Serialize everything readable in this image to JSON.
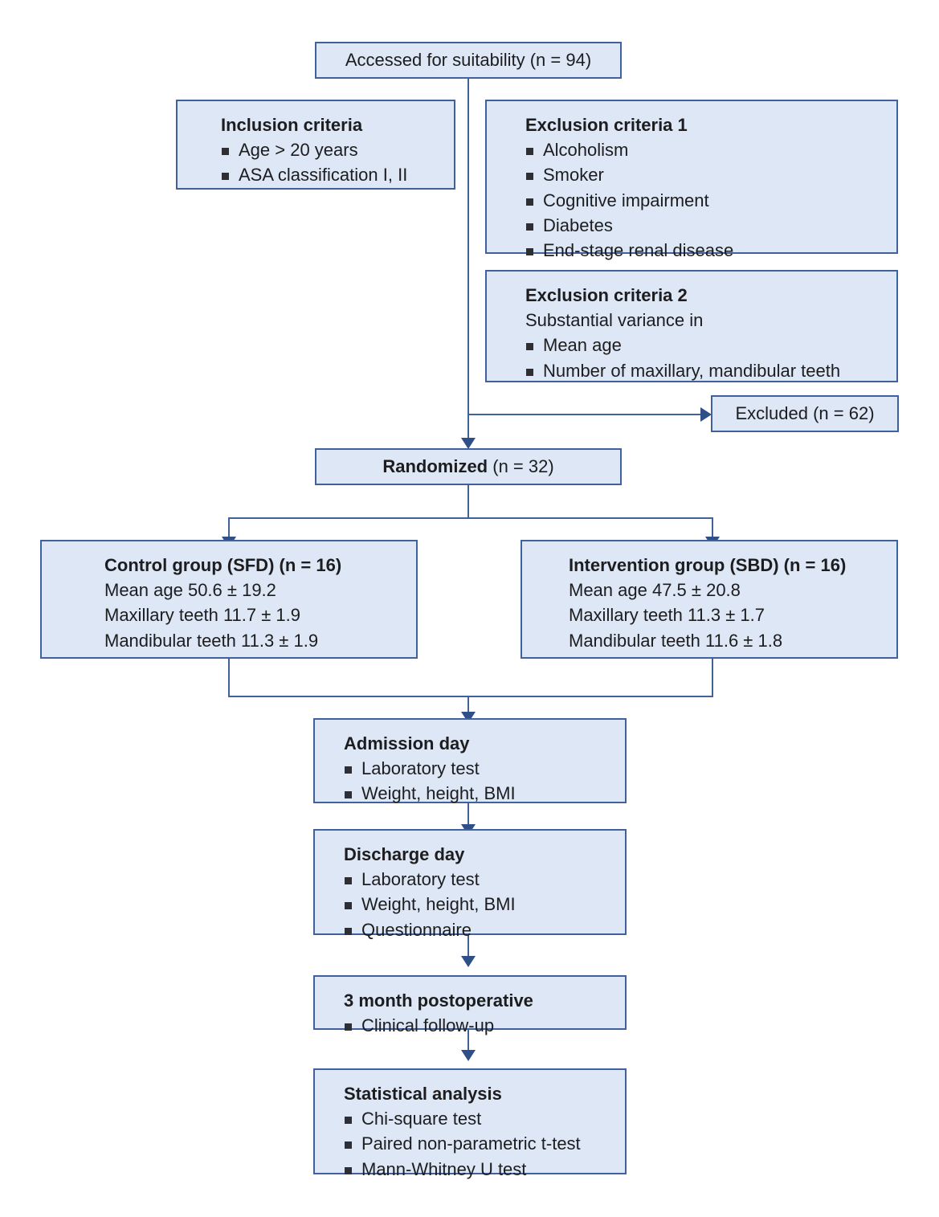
{
  "diagram": {
    "type": "flowchart",
    "title": "CONSORT-style participant flow diagram",
    "colors": {
      "box_fill": "#dde7f5",
      "box_border": "#40619b",
      "connector": "#40619b",
      "arrow_head": "#2e4f88",
      "text": "#1d1d1f",
      "bullet": "#2f2f33",
      "background": "#ffffff"
    },
    "nodes": {
      "assessed": {
        "text": "Accessed for suitability (n = 94)"
      },
      "inclusion": {
        "title": "Inclusion criteria",
        "items": [
          "Age > 20 years",
          "ASA classification I, II"
        ]
      },
      "exclusion1": {
        "title": "Exclusion criteria 1",
        "items": [
          "Alcoholism",
          "Smoker",
          "Cognitive impairment",
          "Diabetes",
          "End-stage renal disease"
        ]
      },
      "exclusion2": {
        "title": "Exclusion criteria 2",
        "subtitle": "Substantial variance in",
        "items": [
          "Mean age",
          "Number of maxillary, mandibular teeth"
        ]
      },
      "excluded": {
        "text": "Excluded (n = 62)"
      },
      "randomized": {
        "bold_text": "Randomized",
        "rest_text": " (n = 32)"
      },
      "control": {
        "title": "Control group (SFD) (n = 16)",
        "lines": [
          "Mean age 50.6 ± 19.2",
          "Maxillary teeth 11.7 ± 1.9",
          "Mandibular teeth 11.3 ± 1.9"
        ]
      },
      "intervention": {
        "title": "Intervention group (SBD) (n = 16)",
        "lines": [
          "Mean age 47.5 ± 20.8",
          "Maxillary teeth 11.3 ± 1.7",
          "Mandibular teeth 11.6 ± 1.8"
        ]
      },
      "admission": {
        "title": "Admission day",
        "items": [
          "Laboratory test",
          "Weight, height, BMI"
        ]
      },
      "discharge": {
        "title": "Discharge day",
        "items": [
          "Laboratory test",
          "Weight, height, BMI",
          "Questionnaire"
        ]
      },
      "followup": {
        "title": "3 month postoperative",
        "items": [
          "Clinical follow-up"
        ]
      },
      "statistics": {
        "title": "Statistical analysis",
        "items": [
          "Chi-square test",
          "Paired non-parametric t-test",
          "Mann-Whitney U test"
        ]
      }
    }
  }
}
